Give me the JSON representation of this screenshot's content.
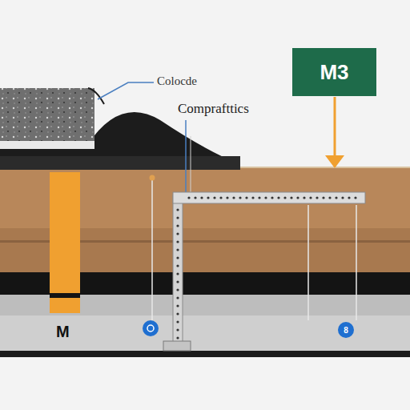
{
  "diagram": {
    "nodes": [
      {
        "text": [
          "M3"
        ]
      },
      {
        "text": [
          "8"
        ]
      }
    ],
    "labels": [
      "Colocde",
      "Comprafttics",
      "M"
    ]
  }
}
